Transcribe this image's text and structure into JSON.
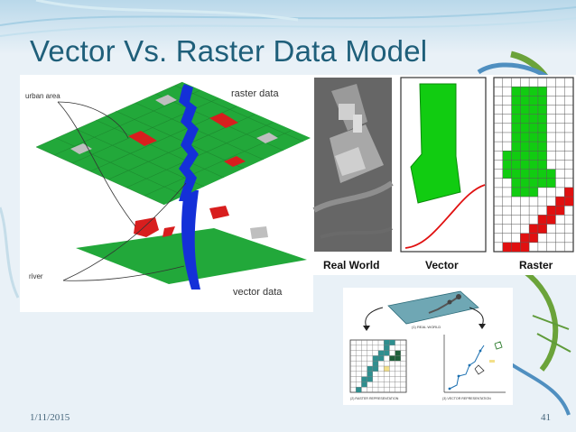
{
  "slide": {
    "title": "Vector Vs. Raster Data Model",
    "date": "1/11/2015",
    "page_number": "41"
  },
  "layers_figure": {
    "label_urban_area": "urban area",
    "label_river": "river",
    "label_raster_data": "raster data",
    "label_vector_data": "vector data"
  },
  "comparison_figure": {
    "caption_real_world": "Real World",
    "caption_vector": "Vector",
    "caption_raster": "Raster"
  },
  "representation_figure": {
    "label_real_world": "(1) REAL WORLD",
    "label_raster_rep": "(2) RASTER REPRESENTATION",
    "label_vector_rep": "(3) VECTOR REPRESENTATION"
  },
  "colors": {
    "title": "#1f5f7a",
    "land_green": "#22a83a",
    "river_blue": "#1430d8",
    "urban_red": "#d81e1e",
    "vector_green": "#11cc11",
    "vector_line_red": "#e01010"
  }
}
